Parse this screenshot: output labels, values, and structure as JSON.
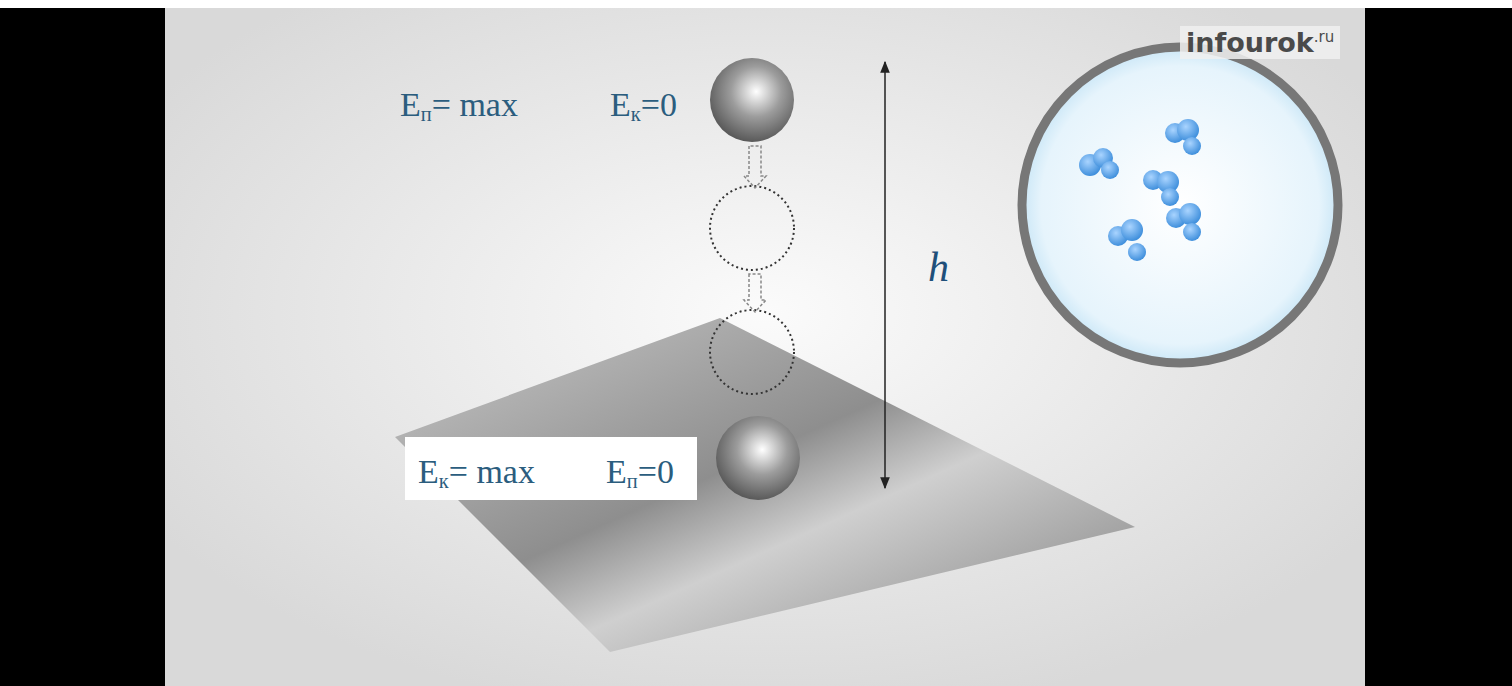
{
  "diagram": {
    "labels": [
      "Eп= max",
      "Eк=0",
      "Eк= max",
      "Eп=0",
      "h",
      "infourok.ru"
    ]
  }
}
